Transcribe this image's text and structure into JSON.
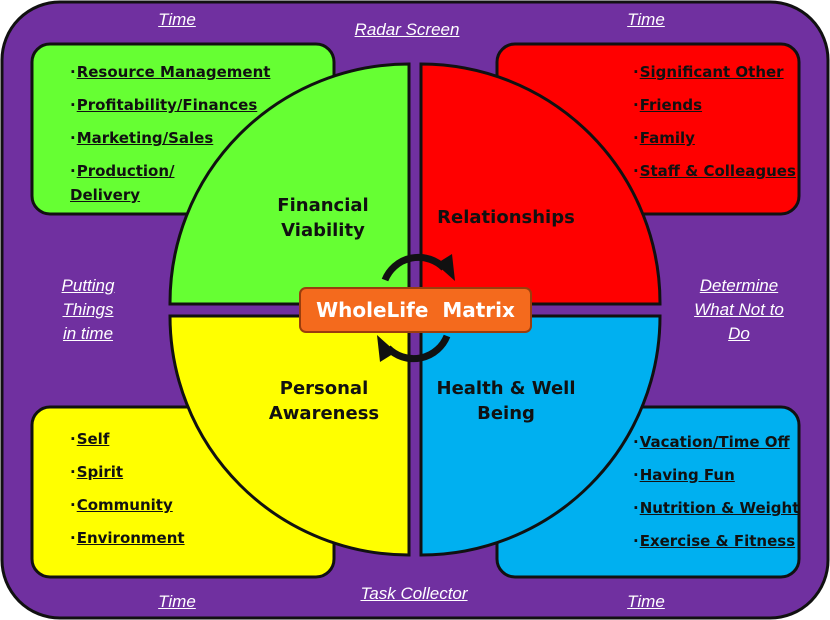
{
  "colors": {
    "frame": "#7030a0",
    "financial": "#66ff33",
    "relationships": "#ff0000",
    "personal": "#ffff00",
    "health": "#00b0f0",
    "center": "#f46a1d"
  },
  "edges": {
    "top_left": "Time",
    "top_center": "Radar Screen",
    "top_right": "Time",
    "left": [
      "Putting",
      "Things",
      "in time"
    ],
    "right": [
      "Determine",
      "What Not to",
      "Do"
    ],
    "bottom_left": "Time",
    "bottom_center": "Task Collector",
    "bottom_right": "Time"
  },
  "quadrants": {
    "financial": {
      "label": [
        "Financial",
        "Viability"
      ]
    },
    "relationships": {
      "label": [
        "Relationships"
      ]
    },
    "personal": {
      "label": [
        "Personal",
        "Awareness"
      ]
    },
    "health": {
      "label": [
        "Health & Well",
        "Being"
      ]
    }
  },
  "lists": {
    "financial": [
      "Resource Management",
      "Profitability/Finances",
      "Marketing/Sales",
      "Production/",
      "Delivery"
    ],
    "relationships": [
      "Significant Other",
      "Friends",
      "Family",
      "Staff & Colleagues"
    ],
    "personal": [
      "Self",
      "Spirit",
      "Community",
      "Environment"
    ],
    "health": [
      "Vacation/Time Off",
      "Having Fun",
      "Nutrition & Weight",
      "Exercise & Fitness"
    ]
  },
  "bullet": "·",
  "center_label": "WholeLife  Matrix",
  "cycle_icon": "circular-arrows-icon"
}
